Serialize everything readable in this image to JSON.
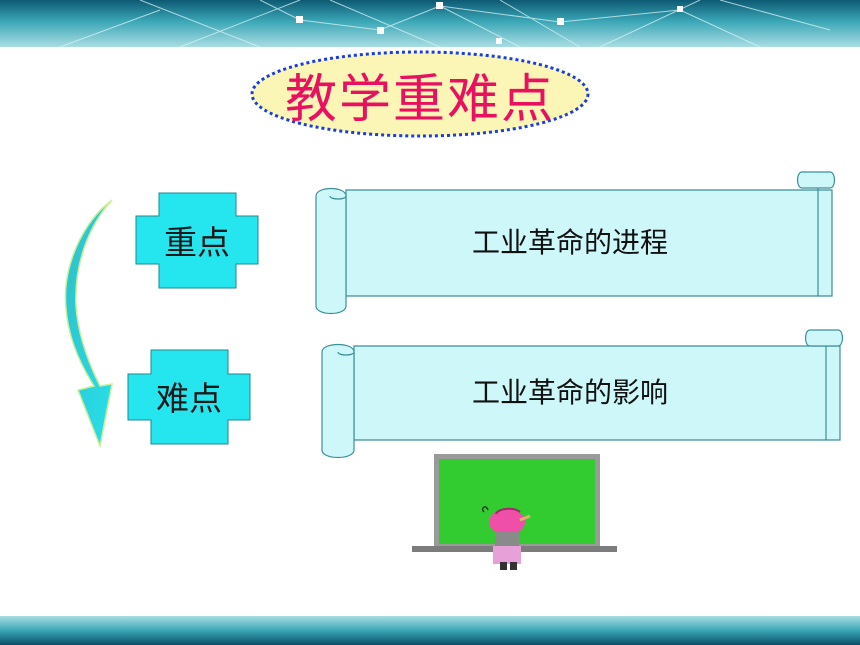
{
  "title": "教学重难点",
  "key_point": {
    "label": "重点",
    "content": "工业革命的进程"
  },
  "difficult_point": {
    "label": "难点",
    "content": "工业革命的影响"
  },
  "colors": {
    "title": "#e8105f",
    "title_bg": "#fbf6b6",
    "title_border": "#1a3fd6",
    "cross_fill": "#25e6ee",
    "scroll_fill": "#cdf7f9",
    "scroll_stroke": "#3d8f98",
    "blackboard": "#32cc30",
    "header_band": "#2a8f9c",
    "footer_band": "#1c6e7c"
  },
  "icons": [
    "curved-arrow-icon",
    "scroll-banner-icon",
    "teacher-at-blackboard-icon"
  ]
}
